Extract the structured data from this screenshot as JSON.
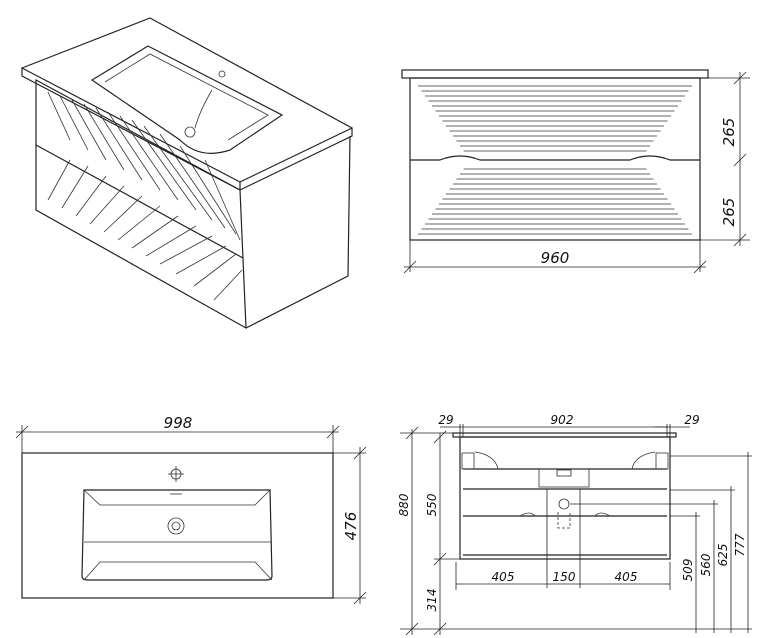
{
  "front_view": {
    "drawer_height_top": "265",
    "drawer_height_bottom": "265",
    "width": "960"
  },
  "top_view": {
    "width": "998",
    "depth": "476"
  },
  "side_view": {
    "side_left": "29",
    "inner_width": "902",
    "side_right": "29",
    "total_height": "880",
    "cabinet_height": "550",
    "floor_clearance": "314",
    "offset_left": "405",
    "drain_spacing": "150",
    "offset_right": "405",
    "h_509": "509",
    "h_560": "560",
    "h_625": "625",
    "h_777": "777"
  }
}
